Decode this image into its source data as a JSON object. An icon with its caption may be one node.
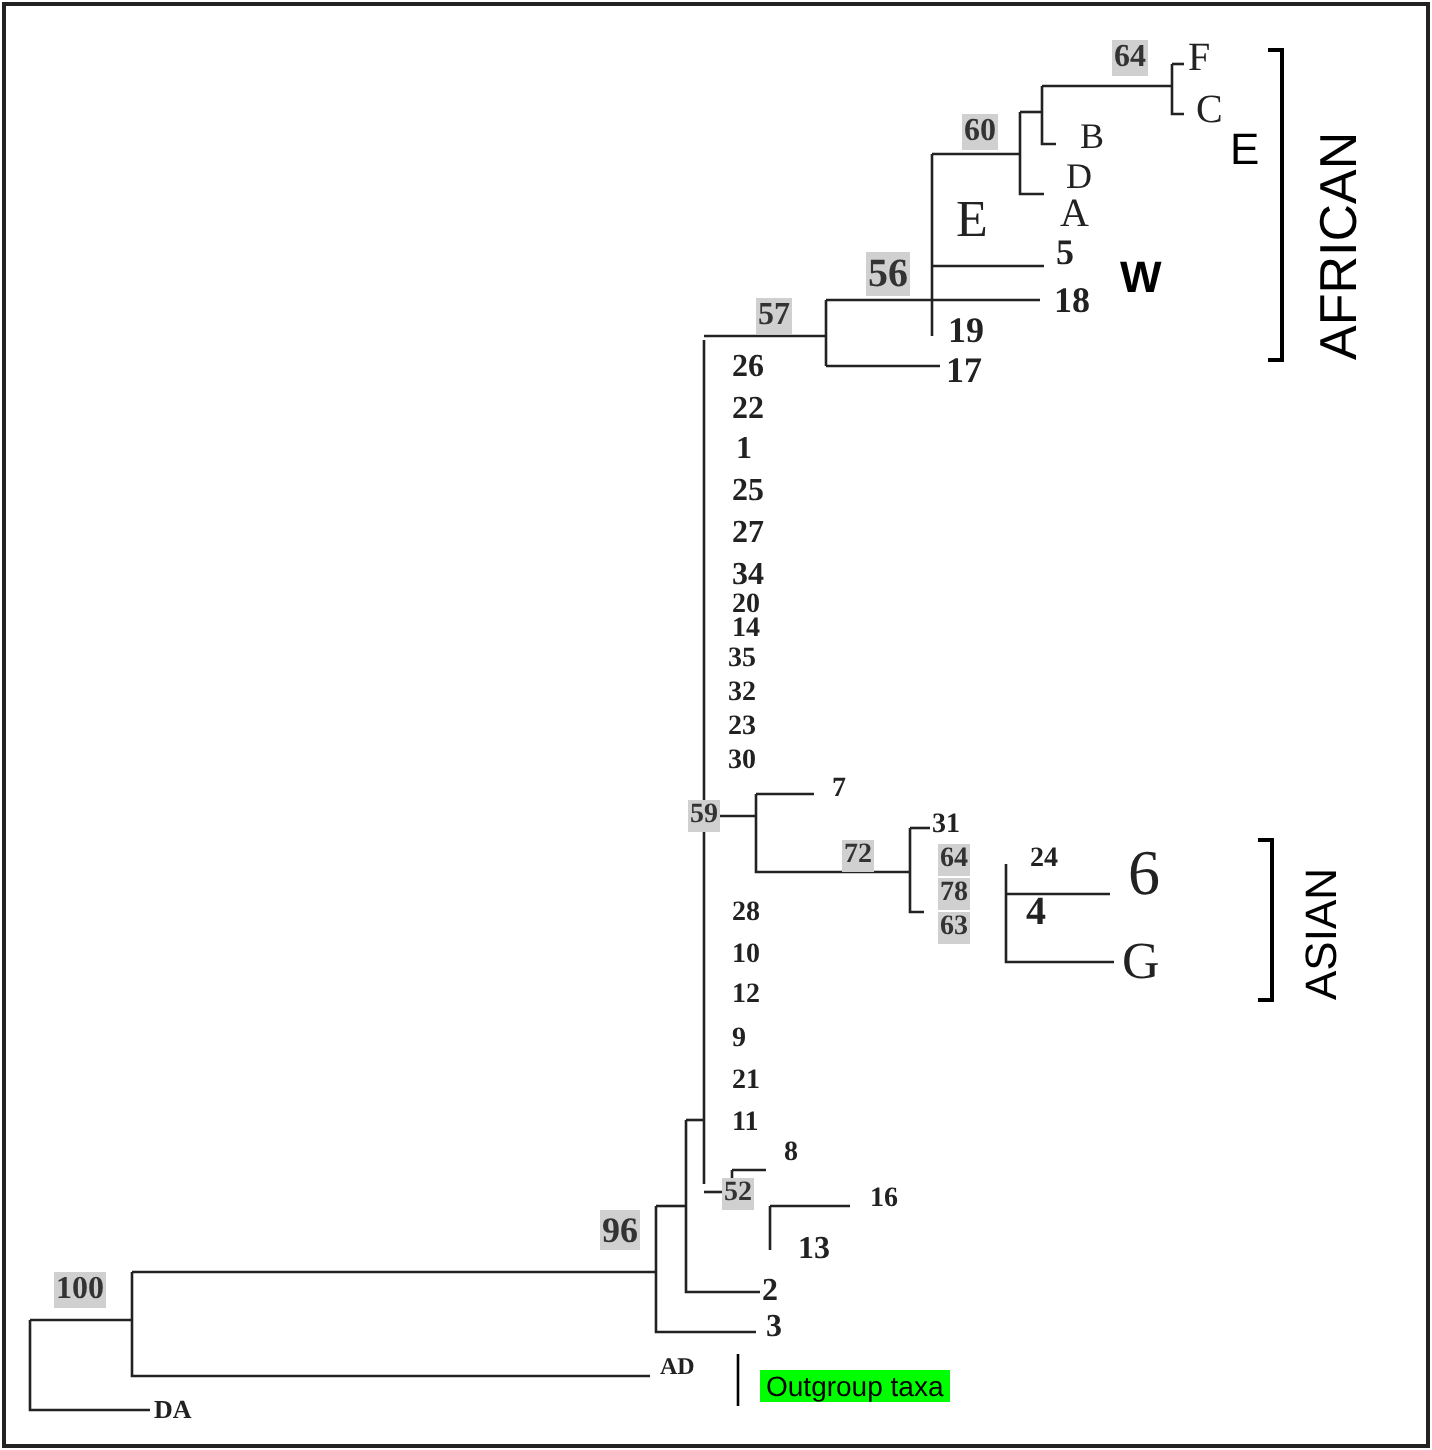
{
  "diagram": {
    "labels": [
      "64",
      "F",
      "C",
      "E",
      "AFRICAN",
      "60",
      "B",
      "D",
      "E",
      "A",
      "56",
      "5",
      "W",
      "18",
      "57",
      "19",
      "26",
      "17",
      "22",
      "1",
      "25",
      "27",
      "34",
      "20",
      "14",
      "35",
      "32",
      "23",
      "30",
      "7",
      "59",
      "31",
      "72",
      "64",
      "24",
      "6",
      "ASIAN",
      "78",
      "28",
      "63",
      "4",
      "G",
      "10",
      "12",
      "9",
      "21",
      "11",
      "8",
      "52",
      "96",
      "16",
      "13",
      "100",
      "2",
      "3",
      "AD",
      "Outgroup taxa",
      "DA"
    ]
  }
}
